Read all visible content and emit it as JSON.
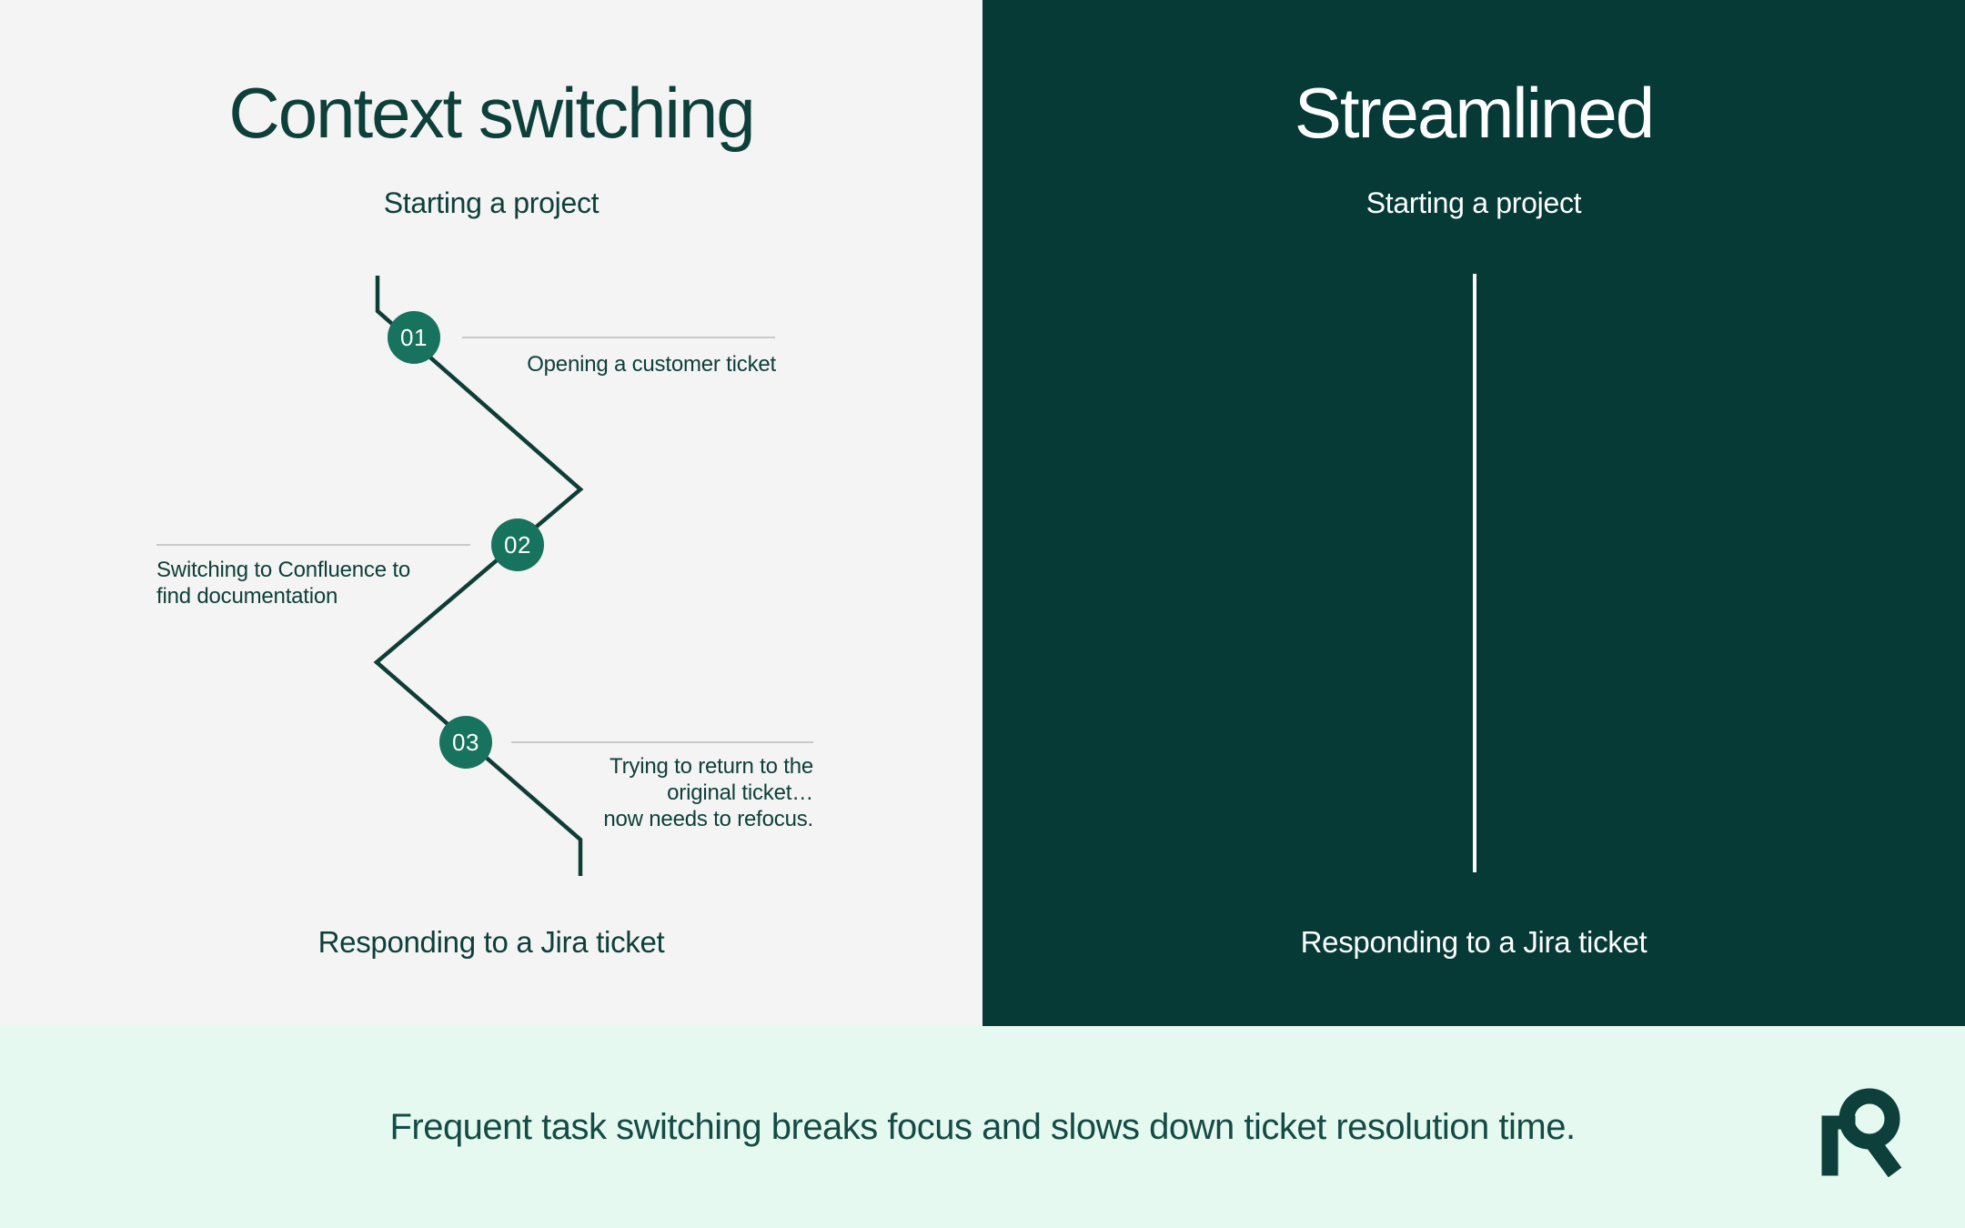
{
  "colors": {
    "panel_light_bg": "#f5f4f4",
    "panel_dark_bg": "#053a37",
    "banner_bg": "#e6f9f1",
    "node_fill": "#17735e",
    "path_stroke": "#0f3e37",
    "rule_color": "#c9c9c9",
    "heading_dark": "#0d403a",
    "text_dark": "#134c44"
  },
  "left_panel": {
    "title": "Context switching",
    "subtitle": "Starting a project",
    "footer": "Responding to a Jira ticket",
    "steps": [
      {
        "number": "01",
        "label": "Opening a customer ticket"
      },
      {
        "number": "02",
        "label": "Switching to Confluence to\nfind documentation"
      },
      {
        "number": "03",
        "label": "Trying to return to the\noriginal ticket…\nnow needs to refocus."
      }
    ]
  },
  "right_panel": {
    "title": "Streamlined",
    "subtitle": "Starting a project",
    "footer": "Responding to a Jira ticket"
  },
  "banner": {
    "message": "Frequent task switching breaks focus and slows down ticket resolution time."
  }
}
